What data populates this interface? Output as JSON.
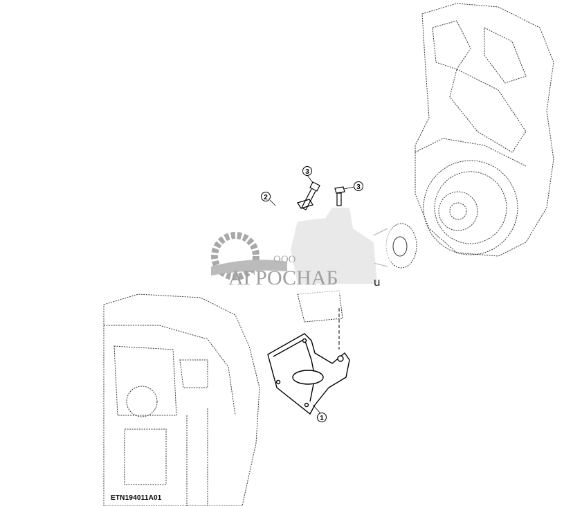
{
  "diagram": {
    "figure_id": "ETN194011A01",
    "callouts": [
      {
        "label": "1",
        "part": "bracket"
      },
      {
        "label": "2",
        "part": "washer"
      },
      {
        "label": "3",
        "part": "bolt-upper"
      },
      {
        "label": "3",
        "part": "bolt-right"
      }
    ],
    "stray_text": "u"
  },
  "watermark": {
    "prefix": "ООО",
    "name": "АГРОСНАБ",
    "color": "#8f8f8f"
  },
  "colors": {
    "line": "#000000",
    "background": "#ffffff"
  }
}
